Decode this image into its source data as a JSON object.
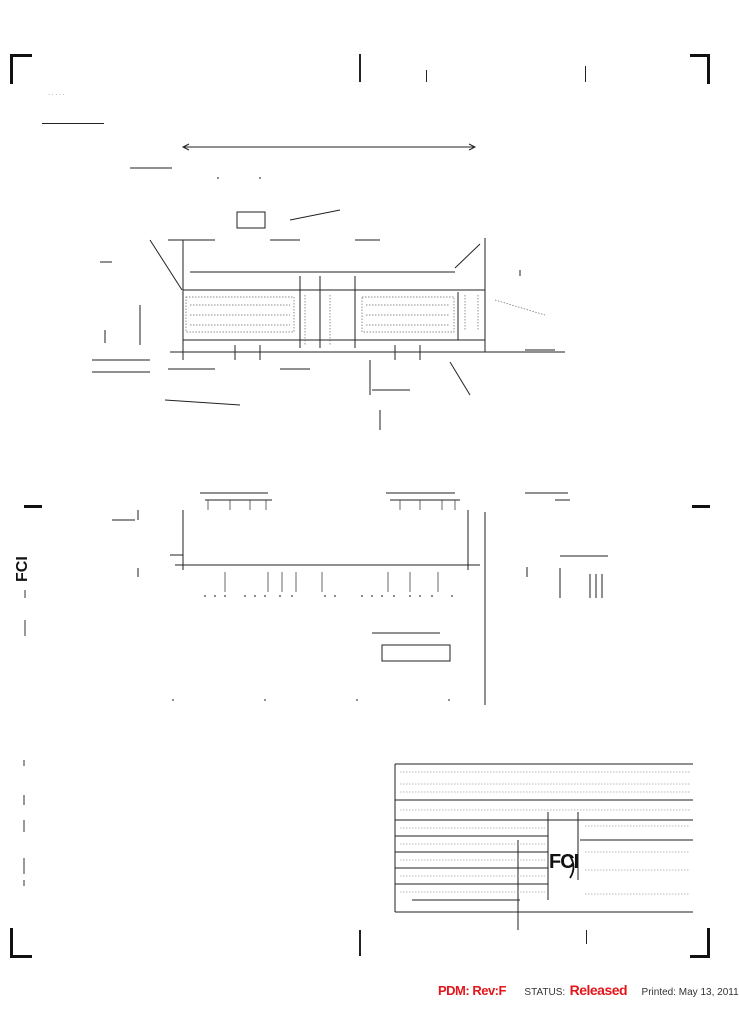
{
  "drawing": {
    "side_logo": "FCI",
    "title_block_logo": "FCI"
  },
  "footer": {
    "pdm": "PDM: Rev:F",
    "status_label": "STATUS:",
    "status_value": "Released",
    "printed": "Printed: May 13, 2011"
  },
  "colors": {
    "accent_red": "#e4161b",
    "line": "#222222"
  }
}
